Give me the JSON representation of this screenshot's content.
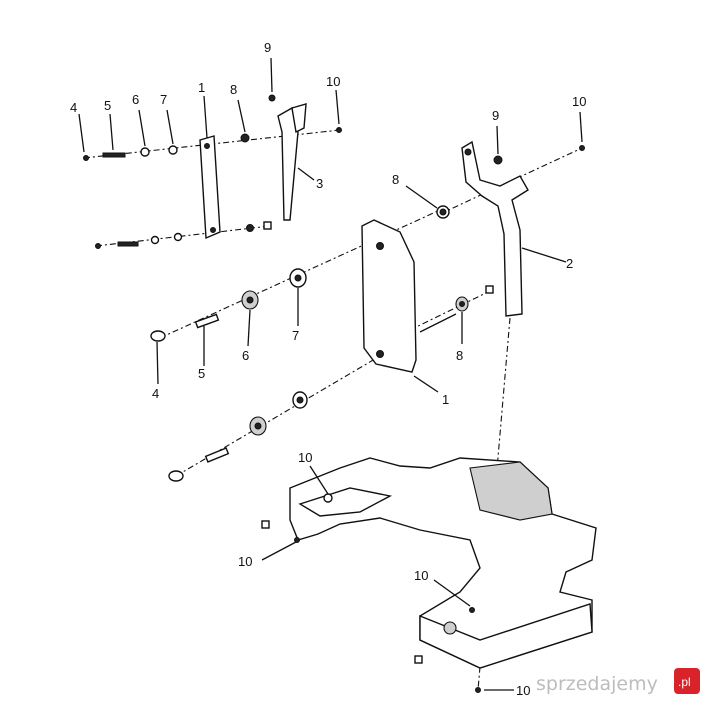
{
  "labels": {
    "top_small": [
      "4",
      "5",
      "6",
      "7",
      "1",
      "8",
      "9",
      "10"
    ],
    "top_right": [
      "9",
      "10"
    ],
    "part_3": "3",
    "part_8_mid": "8",
    "part_2": "2",
    "part_7": "7",
    "part_6": "6",
    "part_5": "5",
    "part_4": "4",
    "part_8_low": "8",
    "part_1": "1",
    "base_10a": "10",
    "base_10b": "10",
    "base_10c": "10",
    "base_10d": "10"
  },
  "watermark": {
    "text": "sprzedajemy",
    "suffix": ".pl",
    "accent": "#d8232a"
  }
}
